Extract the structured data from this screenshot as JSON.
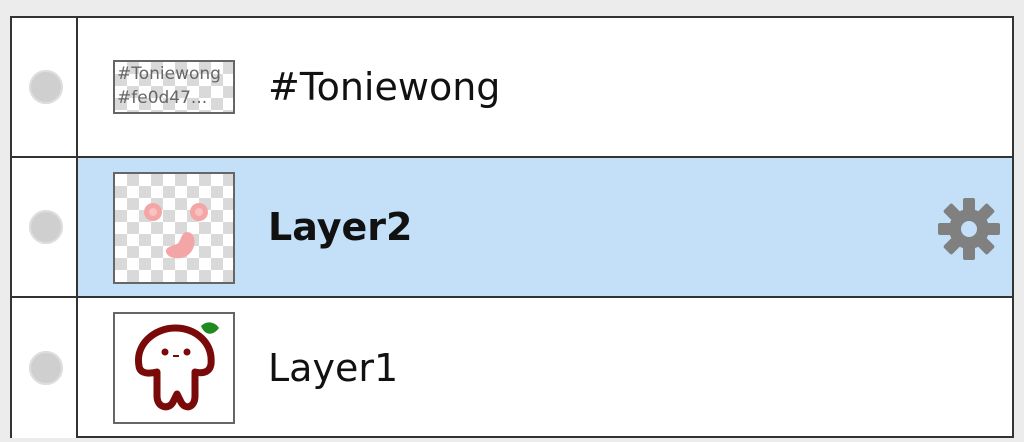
{
  "layers_panel": {
    "layers": [
      {
        "name": "#Toniewong",
        "thumbnail_text_line1": "#Toniewong",
        "thumbnail_text_line2": "#fe0d47...",
        "visible_indicator": "circle-dot",
        "selected": false
      },
      {
        "name": "Layer2",
        "selected": true,
        "visible_indicator": "circle-dot",
        "settings_icon": "gear-icon"
      },
      {
        "name": "Layer1",
        "selected": false,
        "visible_indicator": "circle-dot"
      }
    ]
  },
  "colors": {
    "selected_row": "#c3e0f8",
    "border": "#333333",
    "gear": "#808080",
    "blush": "#f4a6a6",
    "mushroom_outline": "#7a0a0a",
    "leaf": "#1f8a1f"
  }
}
